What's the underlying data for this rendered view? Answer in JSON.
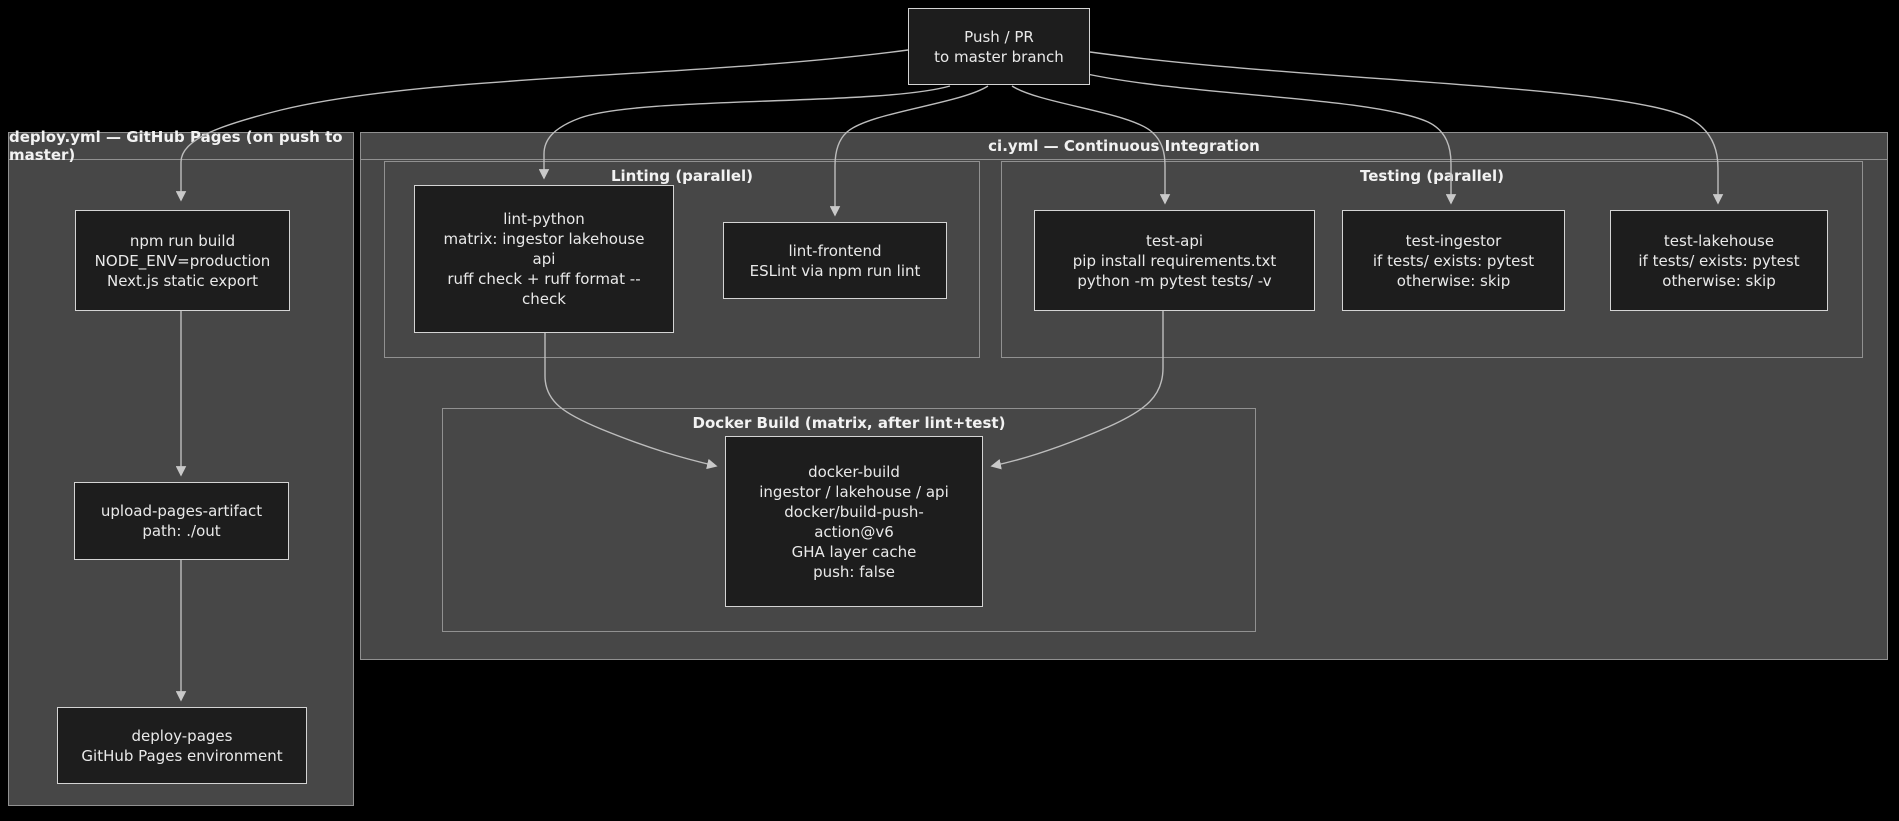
{
  "diagram_title": "GitHub Actions workflow diagram",
  "colors": {
    "bg": "#000000",
    "cluster_fill": "#474747",
    "cluster_border": "#919191",
    "node_fill": "#1d1d1d",
    "node_border": "#d4d4d4",
    "text": "#e9e9e9",
    "edge": "#bdbdbd"
  },
  "clusters": {
    "deploy": {
      "label": "deploy.yml — GitHub Pages (on push to master)"
    },
    "ci": {
      "label": "ci.yml — Continuous Integration"
    },
    "linting": {
      "label": "Linting (parallel)"
    },
    "testing": {
      "label": "Testing (parallel)"
    },
    "docker": {
      "label": "Docker Build (matrix, after lint+test)"
    }
  },
  "nodes": {
    "push": {
      "lines": [
        "Push / PR",
        "to master branch"
      ]
    },
    "npm_build": {
      "lines": [
        "npm run build",
        "NODE_ENV=production",
        "Next.js static export"
      ]
    },
    "upload_artifact": {
      "lines": [
        "upload-pages-artifact",
        "path: ./out"
      ]
    },
    "deploy_pages": {
      "lines": [
        "deploy-pages",
        "GitHub Pages environment"
      ]
    },
    "lint_python": {
      "lines": [
        "lint-python",
        "matrix: ingestor lakehouse",
        "api",
        "ruff check + ruff format --",
        "check"
      ]
    },
    "lint_frontend": {
      "lines": [
        "lint-frontend",
        "ESLint via npm run lint"
      ]
    },
    "test_api": {
      "lines": [
        "test-api",
        "pip install requirements.txt",
        "python -m pytest tests/ -v"
      ]
    },
    "test_ingestor": {
      "lines": [
        "test-ingestor",
        "if tests/ exists: pytest",
        "otherwise: skip"
      ]
    },
    "test_lakehouse": {
      "lines": [
        "test-lakehouse",
        "if tests/ exists: pytest",
        "otherwise: skip"
      ]
    },
    "docker_build": {
      "lines": [
        "docker-build",
        "ingestor / lakehouse / api",
        "docker/build-push-",
        "action@v6",
        "GHA layer cache",
        "push: false"
      ]
    }
  }
}
